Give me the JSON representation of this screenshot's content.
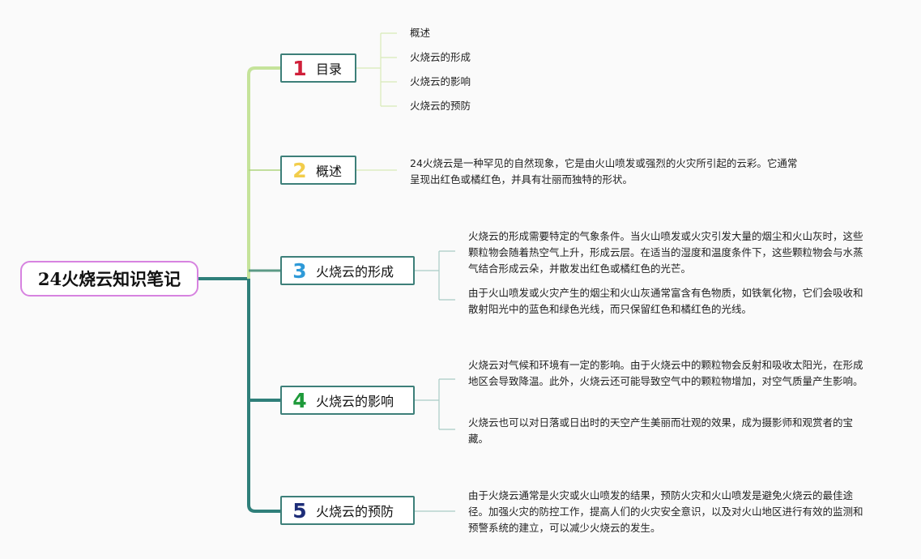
{
  "root": {
    "title": "24火烧云知识笔记"
  },
  "branches": [
    {
      "number": "1",
      "label": "目录",
      "number_color": "#d0203a",
      "items": [
        "概述",
        "火烧云的形成",
        "火烧云的影响",
        "火烧云的预防"
      ]
    },
    {
      "number": "2",
      "label": "概述",
      "number_color": "#f2cd4b",
      "paragraphs": [
        "24火烧云是一种罕见的自然现象，它是由火山喷发或强烈的火灾所引起的云彩。它通常呈现出红色或橘红色，并具有壮丽而独特的形状。"
      ]
    },
    {
      "number": "3",
      "label": "火烧云的形成",
      "number_color": "#2f9ad8",
      "paragraphs": [
        "火烧云的形成需要特定的气象条件。当火山喷发或火灾引发大量的烟尘和火山灰时，这些颗粒物会随着热空气上升，形成云层。在适当的湿度和温度条件下，这些颗粒物会与水蒸气结合形成云朵，并散发出红色或橘红色的光芒。",
        "由于火山喷发或火灾产生的烟尘和火山灰通常富含有色物质，如铁氧化物，它们会吸收和散射阳光中的蓝色和绿色光线，而只保留红色和橘红色的光线。"
      ]
    },
    {
      "number": "4",
      "label": "火烧云的影响",
      "number_color": "#1e9a3a",
      "paragraphs": [
        "火烧云对气候和环境有一定的影响。由于火烧云中的颗粒物会反射和吸收太阳光，在形成地区会导致降温。此外，火烧云还可能导致空气中的颗粒物增加，对空气质量产生影响。",
        "火烧云也可以对日落或日出时的天空产生美丽而壮观的效果，成为摄影师和观赏者的宝藏。"
      ]
    },
    {
      "number": "5",
      "label": "火烧云的预防",
      "number_color": "#1d2d78",
      "paragraphs": [
        "由于火烧云通常是火灾或火山喷发的结果，预防火灾和火山喷发是避免火烧云的最佳途径。加强火灾的防控工作，提高人们的火灾安全意识，以及对火山地区进行有效的监测和预警系统的建立，可以减少火烧云的发生。"
      ]
    }
  ],
  "colors": {
    "trunk_upper": "#c5e39a",
    "trunk_lower": "#2f7f7a",
    "branch_border": "#3d7f79",
    "root_border": "#d783e0"
  }
}
